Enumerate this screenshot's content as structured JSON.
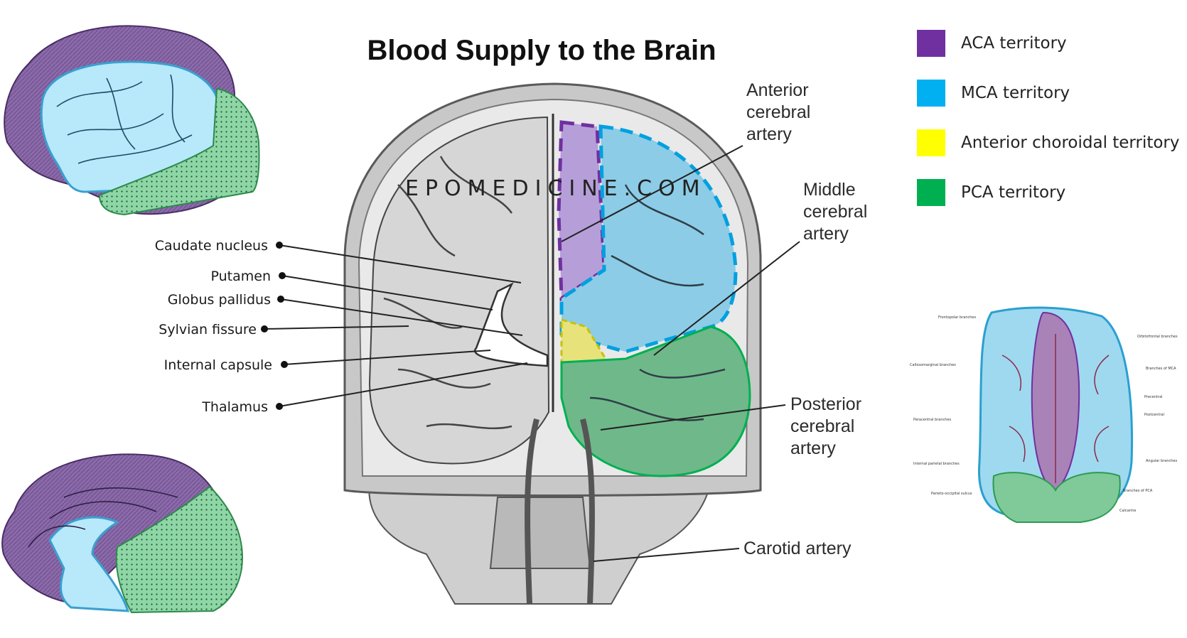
{
  "title": "Blood Supply to the Brain",
  "watermark": "EPOMEDICINE.COM",
  "colors": {
    "aca": "#7030a0",
    "mca": "#00b0f0",
    "anterior_choroidal": "#ffff00",
    "pca": "#00b050"
  },
  "legend": [
    {
      "label": "ACA territory",
      "color": "#7030a0"
    },
    {
      "label": "MCA territory",
      "color": "#00b0f0"
    },
    {
      "label": "Anterior choroidal territory",
      "color": "#ffff00"
    },
    {
      "label": "PCA territory",
      "color": "#00b050"
    }
  ],
  "structures": {
    "caudate": "Caudate nucleus",
    "putamen": "Putamen",
    "globus": "Globus pallidus",
    "sylvian": "Sylvian fissure",
    "capsule": "Internal capsule",
    "thalamus": "Thalamus"
  },
  "arteries": {
    "aca": [
      "Anterior",
      "cerebral",
      "artery"
    ],
    "mca": [
      "Middle",
      "cerebral",
      "artery"
    ],
    "pca": [
      "Posterior",
      "cerebral",
      "artery"
    ],
    "carotid": "Carotid artery"
  }
}
